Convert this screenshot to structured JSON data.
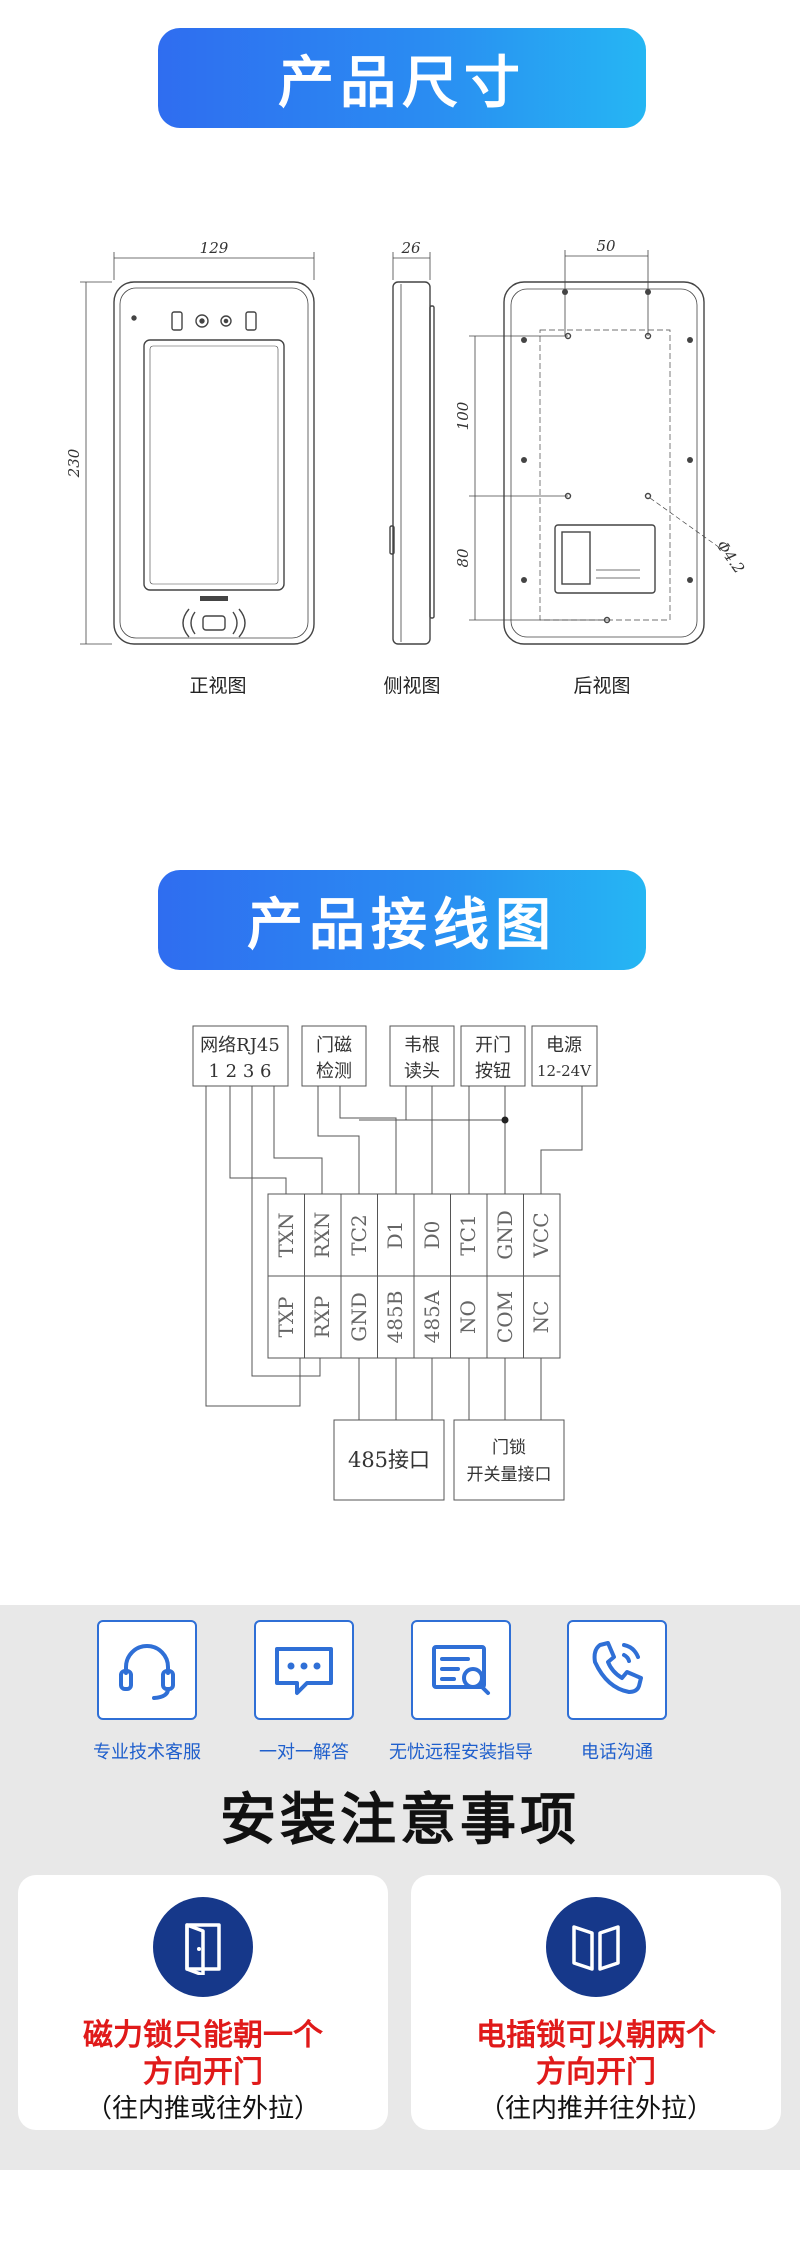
{
  "dimensions_section": {
    "banner_title": "产品尺寸",
    "front_width": "129",
    "front_height": "230",
    "side_depth": "26",
    "back_hole_spacing": "50",
    "back_dim_100": "100",
    "back_dim_80": "80",
    "hole_diameter": "Φ4.2",
    "captions": [
      "正视图",
      "侧视图",
      "后视图"
    ]
  },
  "wiring_section": {
    "banner_title": "产品接线图",
    "top_labels": [
      {
        "line1": "网络RJ45",
        "line2": "1 2 3 6"
      },
      {
        "line1": "门磁",
        "line2": "检测"
      },
      {
        "line1": "韦根",
        "line2": "读头"
      },
      {
        "line1": "开门",
        "line2": "按钮"
      },
      {
        "line1": "电源",
        "line2": "12-24V"
      }
    ],
    "terminals_top": [
      "TXN",
      "RXN",
      "TC2",
      "D1",
      "D0",
      "TC1",
      "GND",
      "VCC"
    ],
    "terminals_bottom": [
      "TXP",
      "RXP",
      "GND",
      "485B",
      "485A",
      "NO",
      "COM",
      "NC"
    ],
    "box_485": "485接口",
    "box_lock_line1": "门锁",
    "box_lock_line2": "开关量接口"
  },
  "service": {
    "items": [
      {
        "label": "专业技术客服",
        "icon": "headset-icon"
      },
      {
        "label": "一对一解答",
        "icon": "chat-bubble-icon"
      },
      {
        "label": "无忧远程安装指导",
        "icon": "remote-guide-icon"
      },
      {
        "label": "电话沟通",
        "icon": "phone-icon"
      }
    ],
    "accent_color": "#2f6fd6"
  },
  "install": {
    "title": "安装注意事项",
    "cards": [
      {
        "line1": "磁力锁只能朝一个",
        "line2": "方向开门",
        "line3": "（往内推或往外拉）",
        "icon": "single-door-icon"
      },
      {
        "line1": "电插锁可以朝两个",
        "line2": "方向开门",
        "line3": "（往内推并往外拉）",
        "icon": "double-door-icon"
      }
    ],
    "highlight_color": "#e01a1a"
  }
}
